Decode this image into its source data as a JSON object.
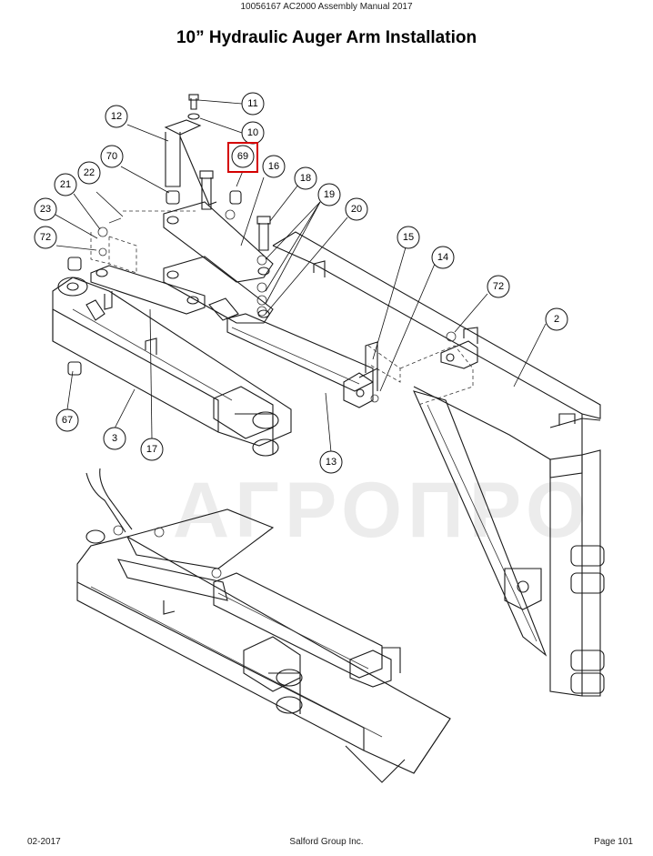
{
  "header": {
    "text": "10056167 AC2000 Assembly Manual 2017"
  },
  "title": "10” Hydraulic Auger Arm Installation",
  "watermark": "АГРОПРО",
  "footer": {
    "left": "02-2017",
    "center": "Salford Group Inc.",
    "right": "Page 101"
  },
  "callouts": [
    "11",
    "10",
    "12",
    "69",
    "16",
    "70",
    "18",
    "22",
    "21",
    "19",
    "20",
    "23",
    "72",
    "15",
    "14",
    "72",
    "2",
    "67",
    "3",
    "17",
    "13"
  ],
  "highlight": {
    "label": "69",
    "color": "#d40000"
  }
}
